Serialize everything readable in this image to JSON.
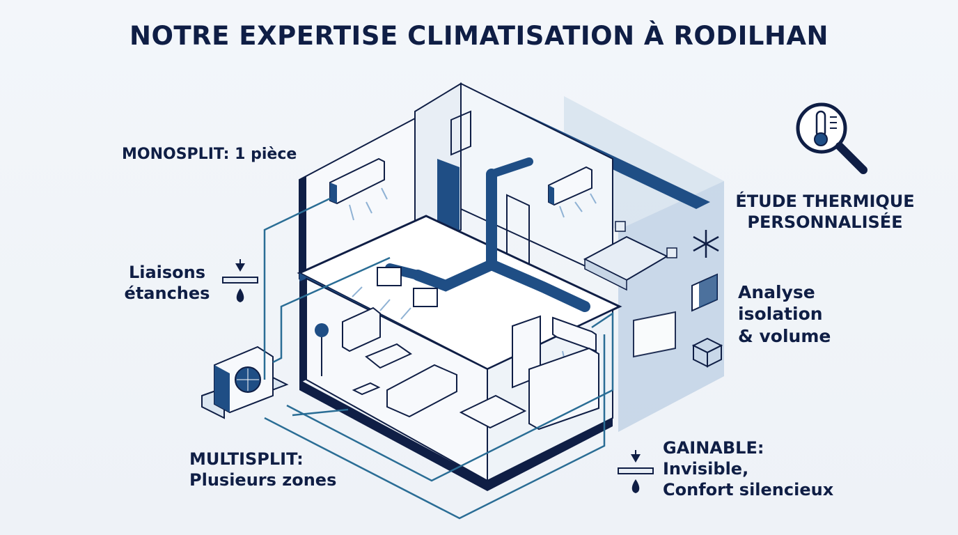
{
  "title": "NOTRE EXPERTISE CLIMATISATION À RODILHAN",
  "labels": {
    "monosplit": "MONOSPLIT: 1 pièce",
    "liaisons": [
      "Liaisons",
      "étanches"
    ],
    "multisplit": [
      "MULTISPLIT:",
      "Plusieurs zones"
    ],
    "etude": [
      "ÉTUDE THERMIQUE",
      "PERSONNALISÉE"
    ],
    "analyse": [
      "Analyse",
      "isolation",
      "& volume"
    ],
    "gainable": [
      "GAINABLE:",
      "Invisible,",
      "Confort silencieux"
    ]
  },
  "icons": {
    "thermo": "magnifier-thermometer-icon",
    "snow": "snowflake-icon",
    "insul": "insulation-panel-icon",
    "cube": "volume-cube-icon",
    "seal": "sealed-connection-icon"
  },
  "colors": {
    "navy": "#0f1e45",
    "blue": "#1f4e85",
    "line": "#2a6d95",
    "light": "#dbe6f1"
  }
}
